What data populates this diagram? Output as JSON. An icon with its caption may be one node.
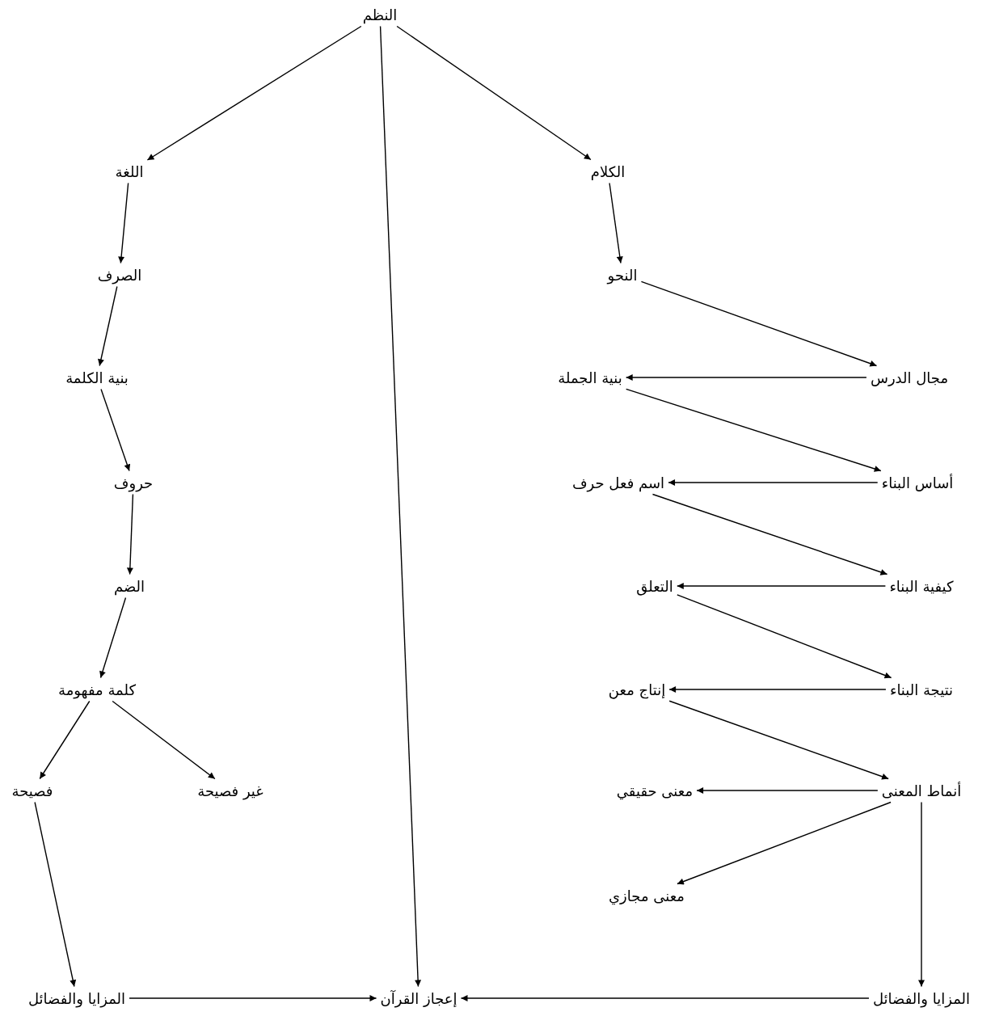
{
  "diagram": {
    "nodes": [
      {
        "text": [
          "النظم"
        ]
      },
      {
        "text": [
          "اللغة"
        ]
      },
      {
        "text": [
          "الكلام"
        ]
      },
      {
        "text": [
          "الصرف"
        ]
      },
      {
        "text": [
          "النحو"
        ]
      },
      {
        "text": [
          "بنية الكلمة"
        ]
      },
      {
        "text": [
          "مجال الدرس"
        ]
      },
      {
        "text": [
          "بنية الجملة"
        ]
      },
      {
        "text": [
          "حروف"
        ]
      },
      {
        "text": [
          "أساس البناء"
        ]
      },
      {
        "text": [
          "اسم فعل حرف"
        ]
      },
      {
        "text": [
          "الضم"
        ]
      },
      {
        "text": [
          "كيفية البناء"
        ]
      },
      {
        "text": [
          "التعلق"
        ]
      },
      {
        "text": [
          "كلمة مفهومة"
        ]
      },
      {
        "text": [
          "نتيجة البناء"
        ]
      },
      {
        "text": [
          "إنتاج معن"
        ]
      },
      {
        "text": [
          "فصيحة"
        ]
      },
      {
        "text": [
          "غير فصيحة"
        ]
      },
      {
        "text": [
          "أنماط المعنى"
        ]
      },
      {
        "text": [
          "معنى حقيقي"
        ]
      },
      {
        "text": [
          "معنى مجازي"
        ]
      },
      {
        "text": [
          "المزايا والفضائل"
        ]
      },
      {
        "text": [
          "إعجاز القرآن"
        ]
      },
      {
        "text": [
          "المزايا والفضائل"
        ]
      }
    ],
    "edges": [
      {
        "from": 0,
        "to": 1,
        "arrow": "to"
      },
      {
        "from": 0,
        "to": 2,
        "arrow": "to"
      },
      {
        "from": 0,
        "to": 23,
        "arrow": "to"
      },
      {
        "from": 1,
        "to": 3,
        "arrow": "to"
      },
      {
        "from": 3,
        "to": 5,
        "arrow": "to"
      },
      {
        "from": 5,
        "to": 8,
        "arrow": "to"
      },
      {
        "from": 8,
        "to": 11,
        "arrow": "to"
      },
      {
        "from": 11,
        "to": 14,
        "arrow": "to"
      },
      {
        "from": 14,
        "to": 17,
        "arrow": "to"
      },
      {
        "from": 14,
        "to": 18,
        "arrow": "to"
      },
      {
        "from": 17,
        "to": 22,
        "arrow": "to"
      },
      {
        "from": 2,
        "to": 4,
        "arrow": "to"
      },
      {
        "from": 4,
        "to": 6,
        "arrow": "to"
      },
      {
        "from": 6,
        "to": 7,
        "arrow": "to"
      },
      {
        "from": 7,
        "to": 9,
        "arrow": "to"
      },
      {
        "from": 9,
        "to": 10,
        "arrow": "to"
      },
      {
        "from": 10,
        "to": 12,
        "arrow": "to"
      },
      {
        "from": 12,
        "to": 13,
        "arrow": "to"
      },
      {
        "from": 13,
        "to": 15,
        "arrow": "to"
      },
      {
        "from": 15,
        "to": 16,
        "arrow": "to"
      },
      {
        "from": 16,
        "to": 19,
        "arrow": "to"
      },
      {
        "from": 19,
        "to": 20,
        "arrow": "to"
      },
      {
        "from": 19,
        "to": 21,
        "arrow": "to"
      },
      {
        "from": 19,
        "to": 24,
        "arrow": "to"
      },
      {
        "from": 22,
        "to": 23,
        "arrow": "to"
      },
      {
        "from": 24,
        "to": 23,
        "arrow": "to"
      }
    ]
  }
}
